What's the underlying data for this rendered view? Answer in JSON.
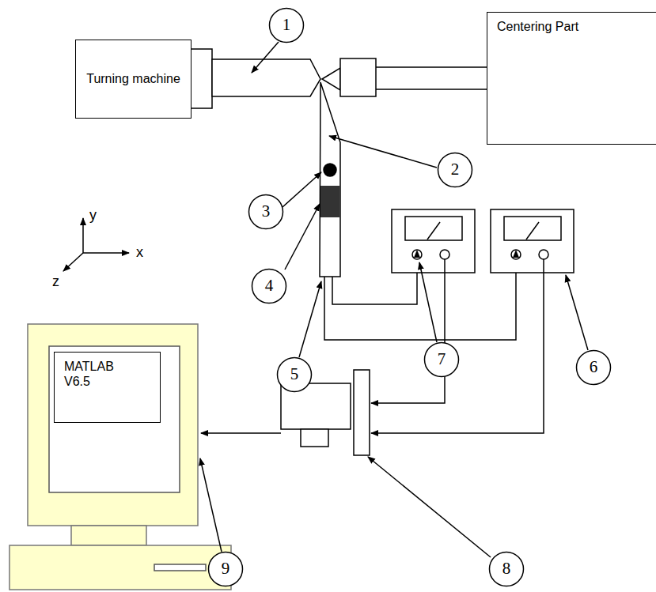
{
  "diagram": {
    "nodes": [
      {
        "text": [
          "Turning machine"
        ]
      },
      {
        "text": [
          "Centering Part"
        ]
      },
      {
        "text": [
          "MATLAB V6.5"
        ]
      },
      {
        "text": [
          "1"
        ]
      },
      {
        "text": [
          "2"
        ]
      },
      {
        "text": [
          "3"
        ]
      },
      {
        "text": [
          "4"
        ]
      },
      {
        "text": [
          "5"
        ]
      },
      {
        "text": [
          "6"
        ]
      },
      {
        "text": [
          "7"
        ]
      },
      {
        "text": [
          "8"
        ]
      },
      {
        "text": [
          "9"
        ]
      }
    ],
    "labels": [
      "y",
      "x",
      "z"
    ]
  }
}
